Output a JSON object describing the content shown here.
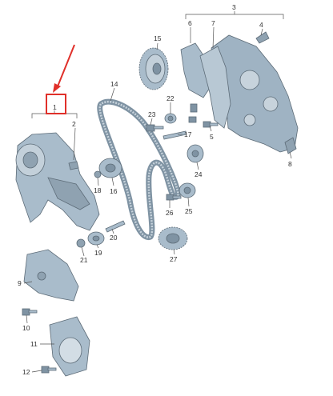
{
  "labels": {
    "p1": "1",
    "p2": "2",
    "p3": "3",
    "p4": "4",
    "p5": "5",
    "p6": "6",
    "p7": "7",
    "p8": "8",
    "p9": "9",
    "p10": "10",
    "p11": "11",
    "p12": "12",
    "p14": "14",
    "p15": "15",
    "p16": "16",
    "p17": "17",
    "p18": "18",
    "p19": "19",
    "p20": "20",
    "p21": "21",
    "p22": "22",
    "p23": "23",
    "p24": "24",
    "p25": "25",
    "p26": "26",
    "p27": "27"
  },
  "colors": {
    "part_fill": "#a9bccb",
    "part_dark": "#7f93a3",
    "part_light": "#d3dde5",
    "highlight_box": "#e0302a",
    "pointer_arrow": "#e0302a"
  }
}
